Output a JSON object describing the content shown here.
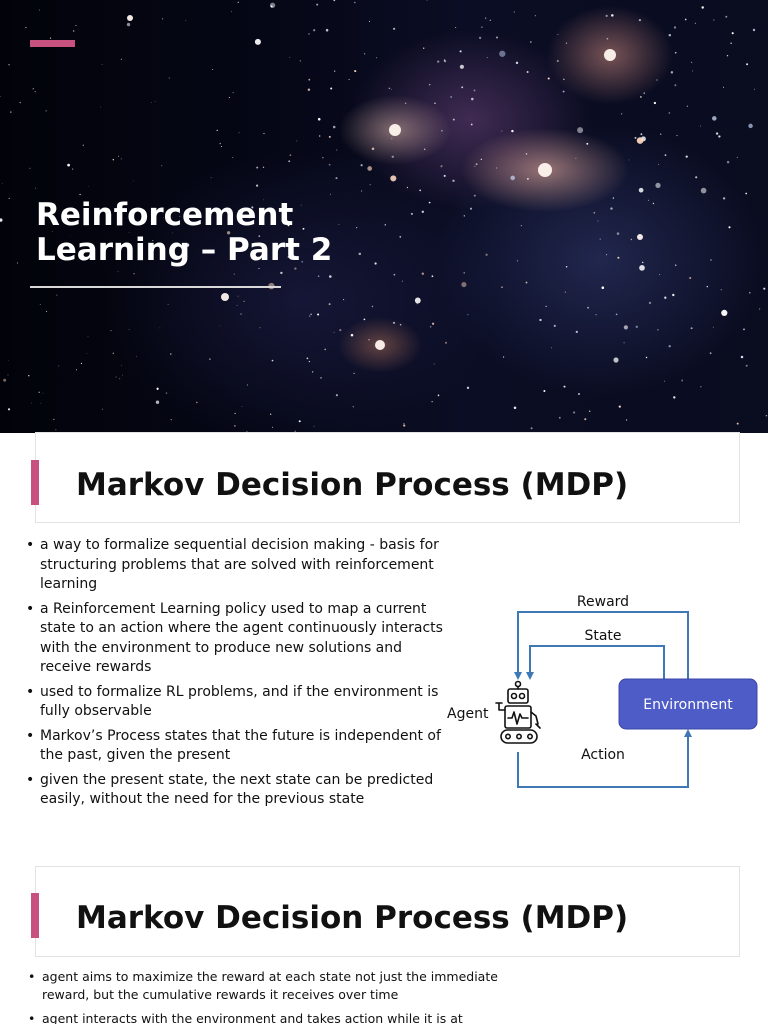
{
  "slides": [
    {
      "title": "Reinforcement Learning – Part 2",
      "title_lines": [
        "Reinforcement",
        "Learning – Part 2"
      ]
    },
    {
      "title": "Markov Decision Process (MDP)",
      "bullets": [
        "a way to formalize sequential decision making - basis for structuring problems that are solved with reinforcement learning",
        "a Reinforcement Learning policy used to map a current state to an action where the agent continuously interacts with the environment to produce new solutions and receive rewards",
        "used to formalize RL problems, and if the environment is fully observable",
        "Markov’s Process states that the future is independent of the past, given the present",
        "given the present state, the next state can be predicted easily, without the need for the previous state"
      ],
      "diagram": {
        "agent_label": "Agent",
        "environment_label": "Environment",
        "reward_label": "Reward",
        "state_label": "State",
        "action_label": "Action",
        "agent_icon": "robot-icon"
      }
    },
    {
      "title": "Markov Decision Process (MDP)",
      "bullets": [
        "agent aims to maximize the reward at each state not just the immediate reward, but the cumulative rewards it receives over time",
        "agent interacts with the environment and takes action while it is at"
      ]
    }
  ],
  "colors": {
    "accent": "#c8527f",
    "arrow": "#3f79b5",
    "environment_fill": "#4d5cc6",
    "title_background": "#050716"
  }
}
